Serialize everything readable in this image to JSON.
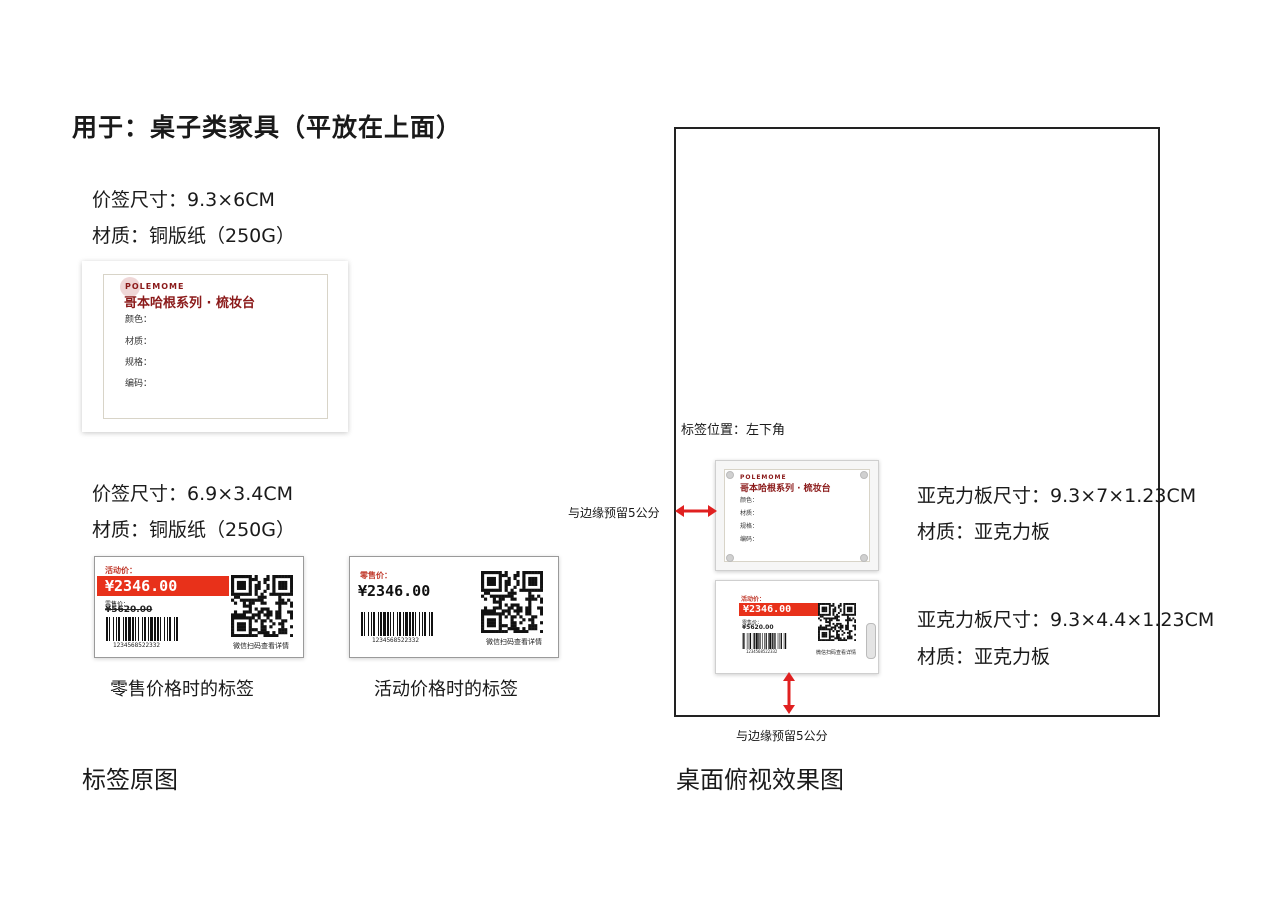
{
  "heading": "用于：桌子类家具（平放在上面）",
  "left": {
    "spec1": {
      "size": "价签尺寸：9.3×6CM",
      "material": "材质：铜版纸（250G）"
    },
    "spec2": {
      "size": "价签尺寸：6.9×3.4CM",
      "material": "材质：铜版纸（250G）"
    },
    "product_label": {
      "brand": "POLEMOME",
      "product": "哥本哈根系列 · 梳妆台",
      "fields": [
        "颜色：",
        "材质：",
        "规格：",
        "编码："
      ]
    },
    "tag_promo": {
      "price_title": "活动价：",
      "price": "¥2346.00",
      "retail_title": "零售价：",
      "retail_price": "¥5620.00",
      "barcode_number": "1234568522332",
      "scan_text": "微信扫码查看详情",
      "caption": "零售价格时的标签"
    },
    "tag_retail": {
      "price_title": "零售价：",
      "price": "¥2346.00",
      "barcode_number": "1234568522332",
      "scan_text": "微信扫码查看详情",
      "caption": "活动价格时的标签"
    },
    "section_title": "标签原图"
  },
  "right": {
    "position_note": "标签位置：左下角",
    "margin_note_side": "与边缘预留5公分",
    "margin_note_bottom": "与边缘预留5公分",
    "acrylic1": {
      "size": "亚克力板尺寸：9.3×7×1.23CM",
      "material": "材质：亚克力板"
    },
    "acrylic2": {
      "size": "亚克力板尺寸：9.3×4.4×1.23CM",
      "material": "材质：亚克力板"
    },
    "section_title": "桌面俯视效果图"
  },
  "colors": {
    "accent_red": "#e8311a",
    "brand_red": "#8b1a1a",
    "arrow_red": "#e02020"
  }
}
